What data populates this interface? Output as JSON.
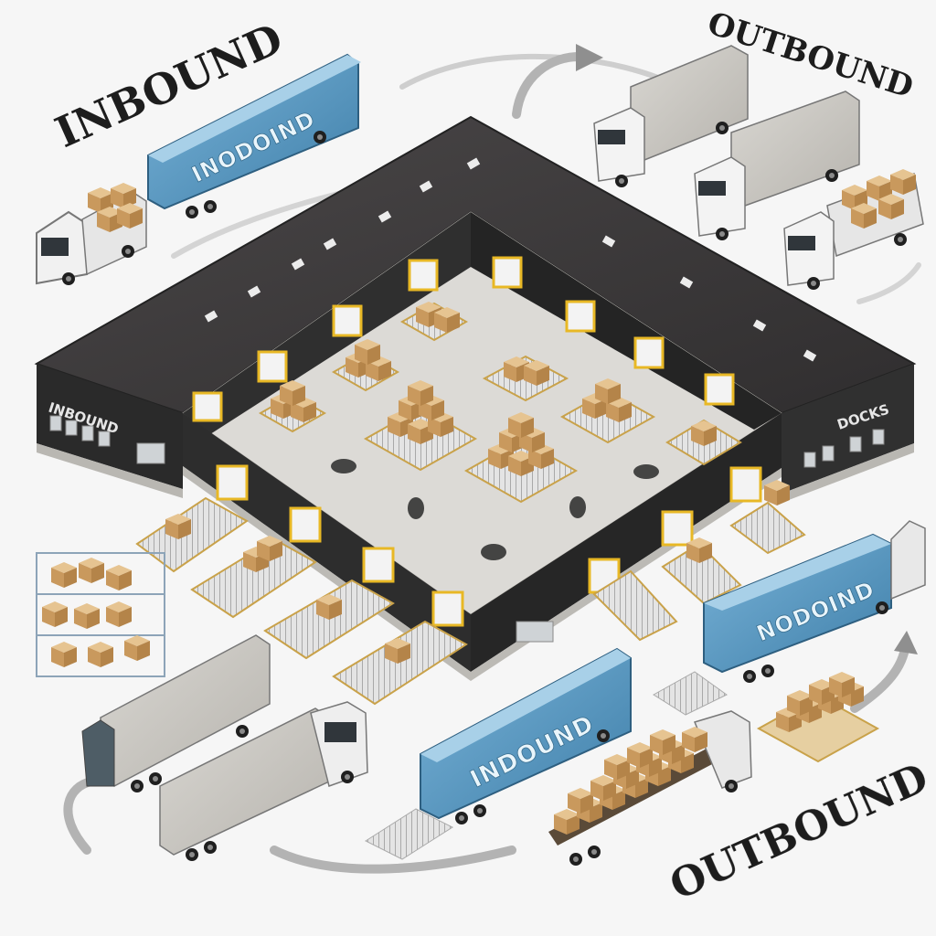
{
  "labels": {
    "inbound_top_left": "INBOUND",
    "outbound_top_right": "OUTBOUND",
    "outbound_bottom_right": "OUTBOUND"
  },
  "trailers": {
    "top_left": "INODOIND",
    "right": "NODOIND",
    "bottom": "INDOUND"
  },
  "building": {
    "left_wall": "INBOUND",
    "right_wall": "DOCKS"
  },
  "colors": {
    "roof": "#3d3a3b",
    "walls": "#2b2b2b",
    "floor": "#dcdad6",
    "trailer_blue": "#5b98c2",
    "box": "#d5ad7a",
    "door_frame": "#e8b825"
  }
}
